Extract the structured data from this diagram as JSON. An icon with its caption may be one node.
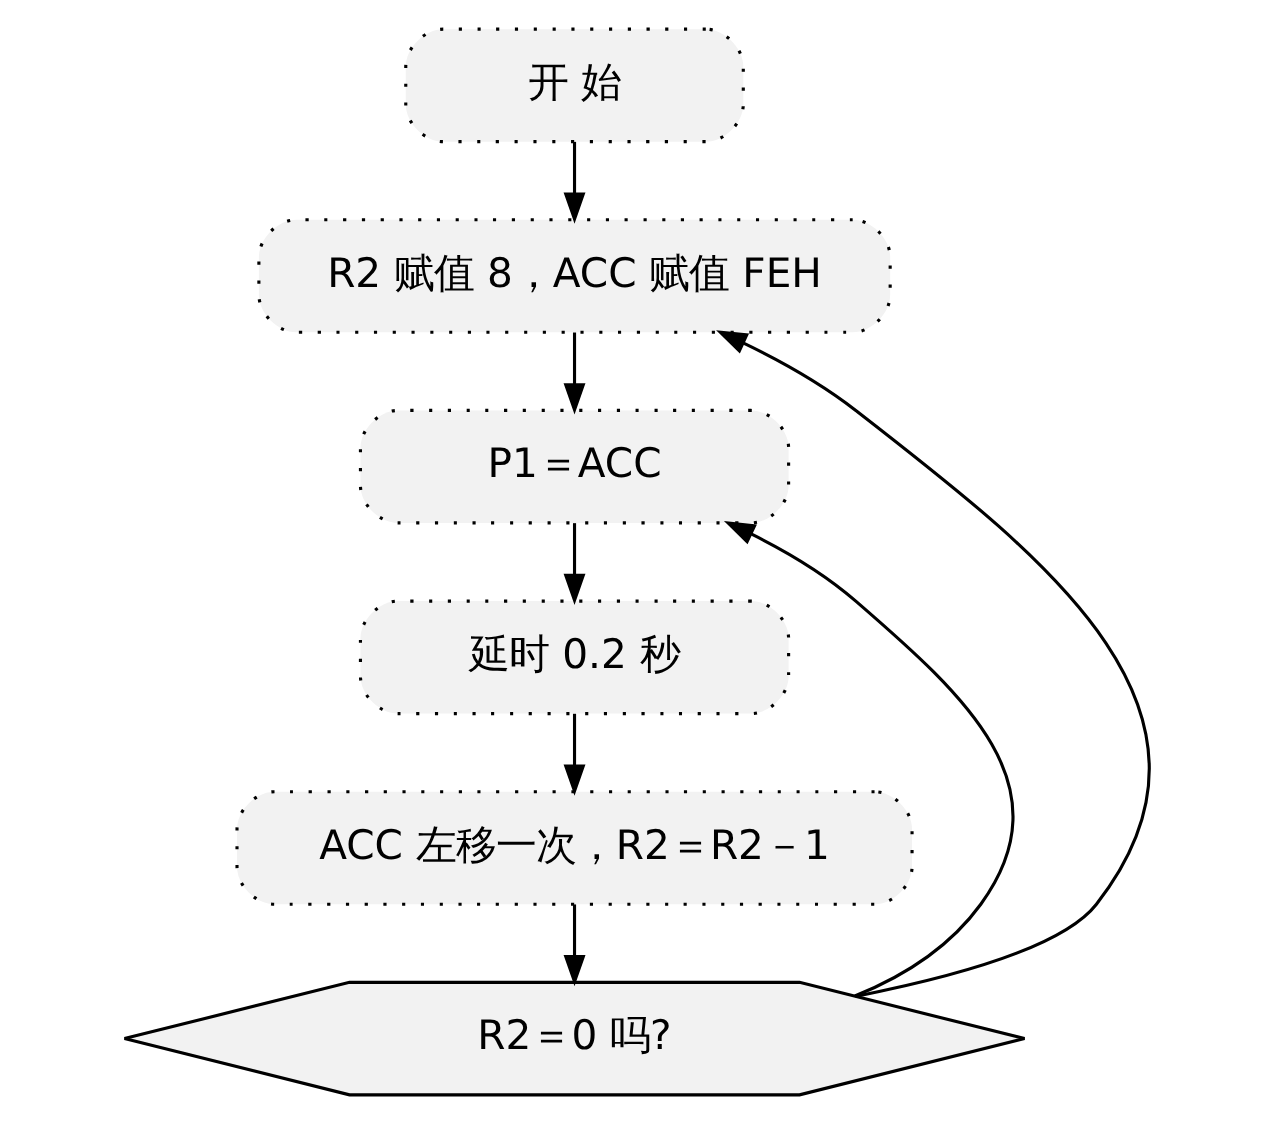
{
  "diagram": {
    "nodes": [
      {
        "text": [
          "开 始"
        ]
      },
      {
        "text": [
          "R2 赋值 8，ACC 赋值 FEH"
        ]
      },
      {
        "text": [
          "P1＝ACC"
        ]
      },
      {
        "text": [
          "延时 0.2 秒"
        ]
      },
      {
        "text": [
          "ACC 左移一次，R2＝R2－1"
        ]
      },
      {
        "text": [
          "R2＝0 吗?"
        ]
      }
    ],
    "edges": [
      {
        "from": 0,
        "to": 1,
        "arrow": "to"
      },
      {
        "from": 1,
        "to": 2,
        "arrow": "to"
      },
      {
        "from": 2,
        "to": 3,
        "arrow": "to"
      },
      {
        "from": 3,
        "to": 4,
        "arrow": "to"
      },
      {
        "from": 4,
        "to": 5,
        "arrow": "to"
      },
      {
        "from": 5,
        "to": 2,
        "arrow": "to"
      },
      {
        "from": 5,
        "to": 1,
        "arrow": "to"
      }
    ]
  }
}
